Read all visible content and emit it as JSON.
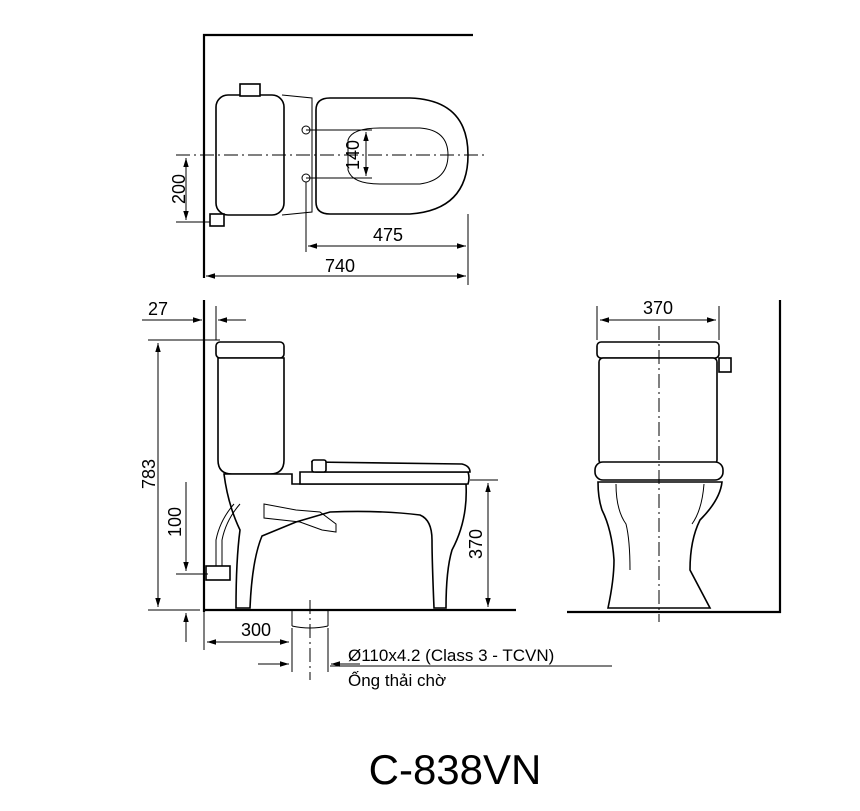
{
  "dimensions": {
    "top_200": "200",
    "top_140": "140",
    "top_475": "475",
    "top_740": "740",
    "side_27": "27",
    "side_783": "783",
    "side_100": "100",
    "side_370": "370",
    "side_300": "300",
    "front_370": "370"
  },
  "pipe": {
    "spec": "Ø110x4.2 (Class 3 - TCVN)",
    "name": "Ống thải chờ"
  },
  "model": "C-838VN"
}
